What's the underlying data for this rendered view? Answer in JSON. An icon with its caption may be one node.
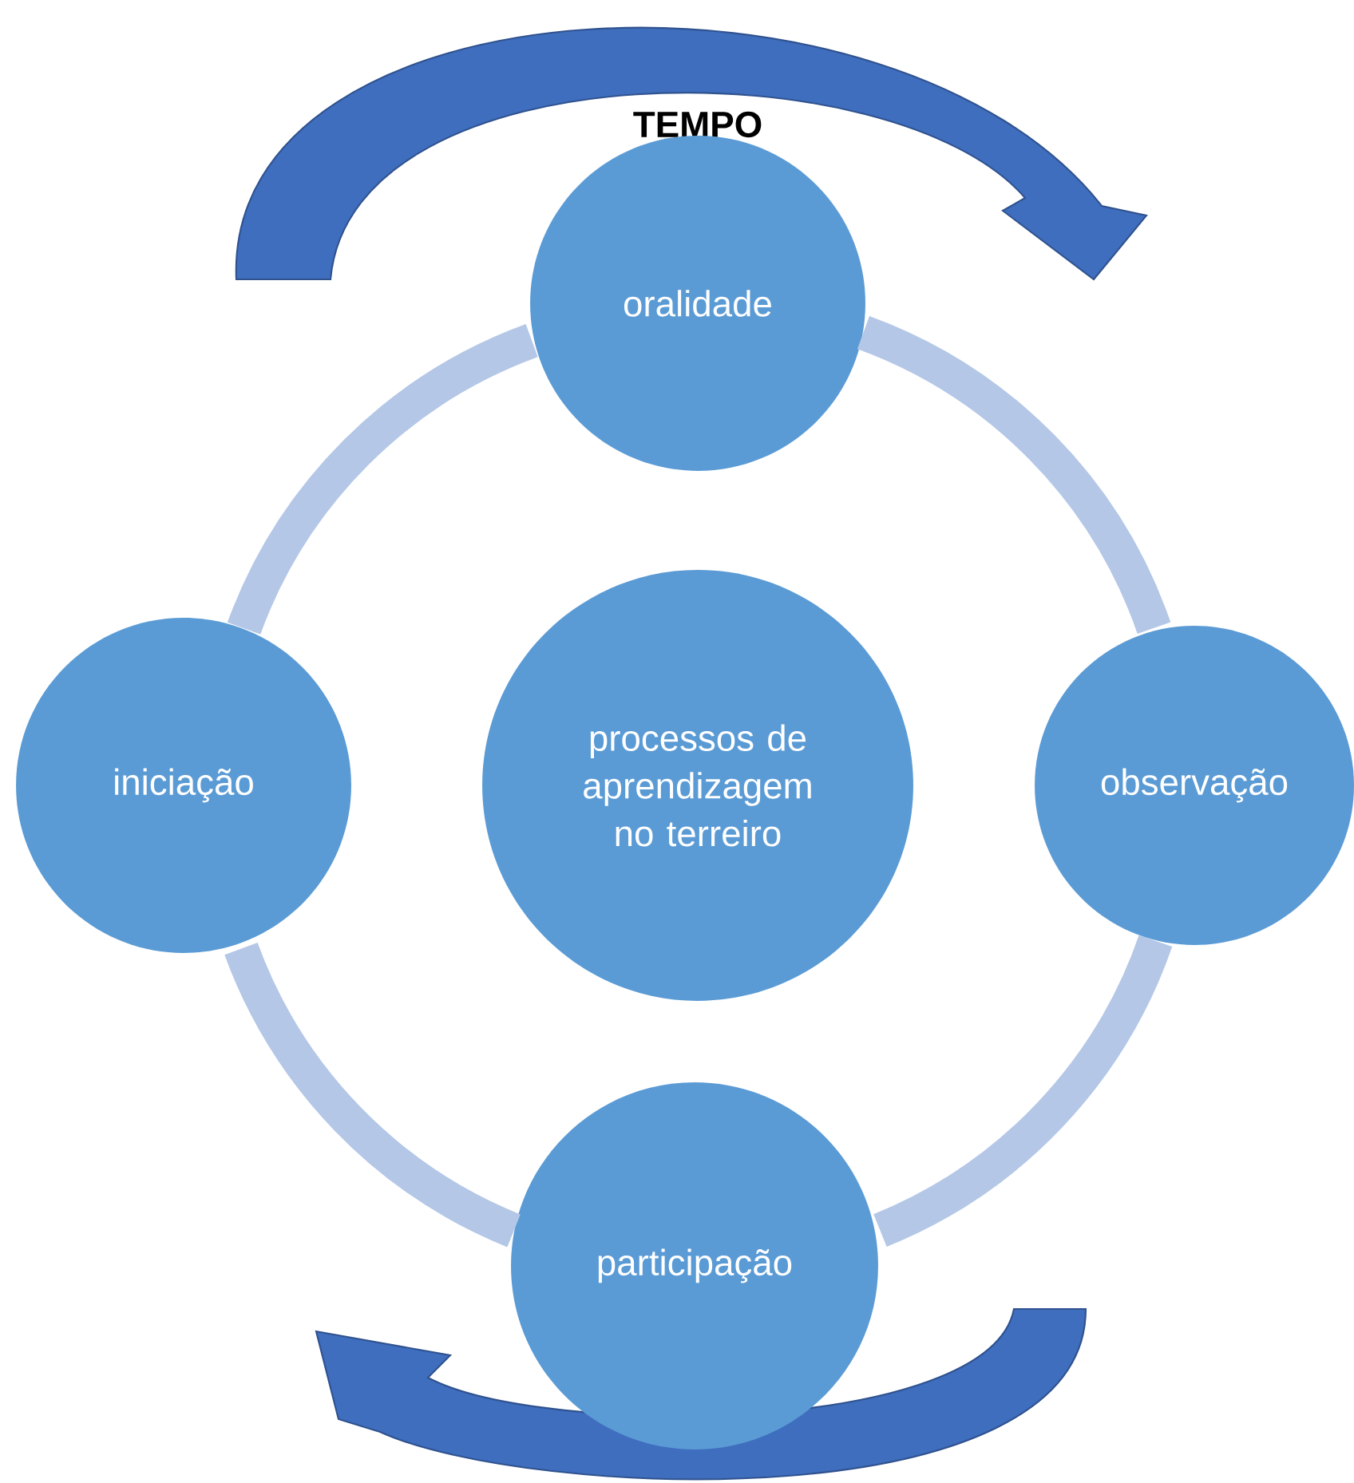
{
  "diagram": {
    "nodes": [
      {
        "text": [
          "processos de aprendizagem no terreiro"
        ]
      },
      {
        "text": [
          "oralidade"
        ]
      },
      {
        "text": [
          "observação"
        ]
      },
      {
        "text": [
          "participação"
        ]
      },
      {
        "text": [
          "iniciação"
        ]
      }
    ],
    "edges": [
      {
        "from": 1,
        "to": 2,
        "arrow": "none"
      },
      {
        "from": 2,
        "to": 3,
        "arrow": "none"
      },
      {
        "from": 3,
        "to": 4,
        "arrow": "none"
      },
      {
        "from": 4,
        "to": 1,
        "arrow": "none"
      }
    ],
    "labels": [
      "TEMPO"
    ]
  }
}
